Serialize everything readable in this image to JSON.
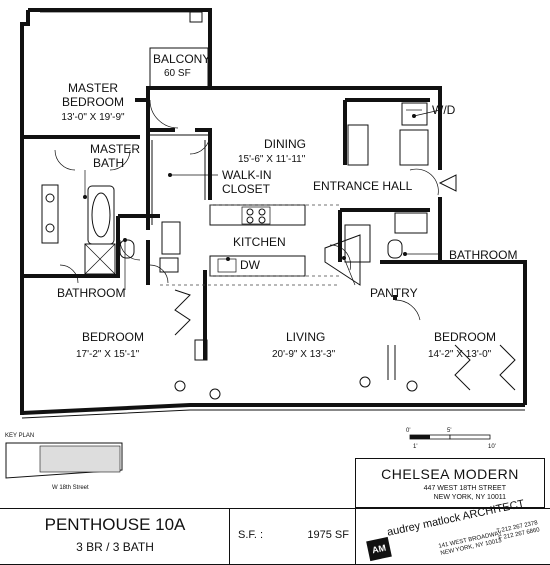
{
  "rooms": {
    "master_bedroom": {
      "name_1": "MASTER",
      "name_2": "BEDROOM",
      "dims": "13'-0\" X 19'-9\""
    },
    "balcony": {
      "name": "BALCONY",
      "area": "60 SF"
    },
    "wd": "W/D",
    "master_bath": {
      "name_1": "MASTER",
      "name_2": "BATH"
    },
    "dining": {
      "name": "DINING",
      "dims": "15'-6\" X 11'-11\""
    },
    "walkin_closet": {
      "name_1": "WALK-IN",
      "name_2": "CLOSET"
    },
    "entrance_hall": "ENTRANCE HALL",
    "kitchen": "KITCHEN",
    "dw": "DW",
    "bathroom_right": "BATHROOM",
    "bathroom_left": "BATHROOM",
    "pantry": "PANTRY",
    "bedroom_left": {
      "name": "BEDROOM",
      "dims": "17'-2\" X 15'-1\""
    },
    "living": {
      "name": "LIVING",
      "dims": "20'-9\" X 13'-3\""
    },
    "bedroom_right": {
      "name": "BEDROOM",
      "dims": "14'-2\" X 13'-0\""
    }
  },
  "key_plan": {
    "label": "KEY PLAN",
    "street": "W 18th Street"
  },
  "scale": {
    "labels": [
      "0'",
      "5'",
      "1'",
      "10'"
    ]
  },
  "building": {
    "name": "CHELSEA MODERN",
    "address_1": "447 WEST 18TH STREET",
    "address_2": "NEW YORK, NY 10011"
  },
  "unit": {
    "name": "PENTHOUSE 10A",
    "rooms": "3 BR / 3 BATH",
    "sf_label": "S.F. :",
    "sf_value": "1975 SF"
  },
  "architect": {
    "name": "audrey matlock ARCHITECT",
    "logo": "AM",
    "address_1": "141 WEST BROADWAY",
    "address_2": "NEW YORK, NY 10013",
    "phone": "T 212 267 2378",
    "fax": "F 212 267 6860"
  }
}
